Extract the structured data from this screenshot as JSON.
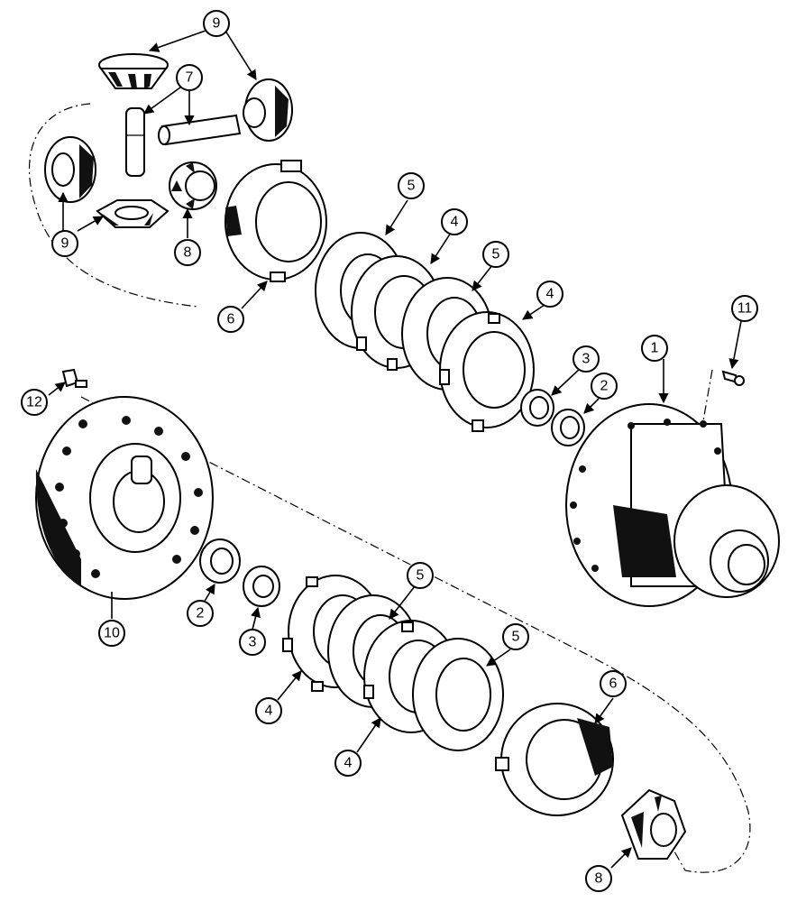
{
  "diagram": {
    "callouts": [
      {
        "label": "9"
      },
      {
        "label": "7"
      },
      {
        "label": "9"
      },
      {
        "label": "8"
      },
      {
        "label": "6"
      },
      {
        "label": "5"
      },
      {
        "label": "4"
      },
      {
        "label": "5"
      },
      {
        "label": "4"
      },
      {
        "label": "3"
      },
      {
        "label": "2"
      },
      {
        "label": "1"
      },
      {
        "label": "11"
      },
      {
        "label": "12"
      },
      {
        "label": "10"
      },
      {
        "label": "2"
      },
      {
        "label": "3"
      },
      {
        "label": "5"
      },
      {
        "label": "5"
      },
      {
        "label": "4"
      },
      {
        "label": "4"
      },
      {
        "label": "6"
      },
      {
        "label": "8"
      }
    ]
  }
}
